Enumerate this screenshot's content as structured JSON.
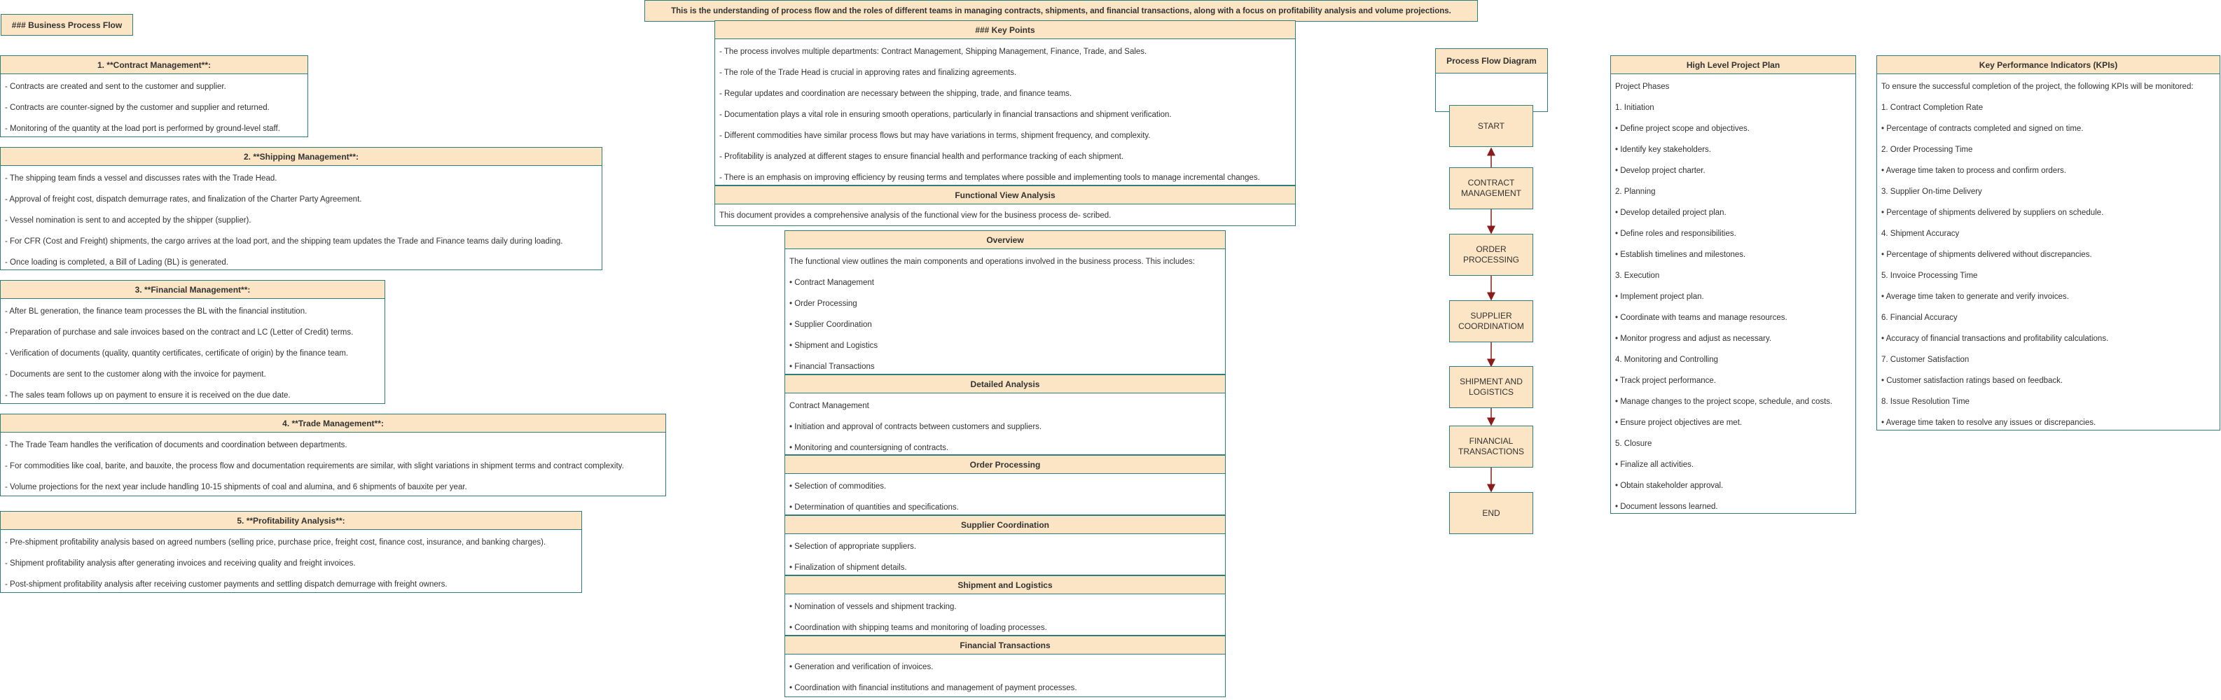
{
  "title": "### Business Process Flow",
  "banner": "This is the understanding of process flow and the roles of different teams in managing contracts, shipments, and financial transactions, along with a focus on profitability analysis and volume projections.",
  "sections": [
    {
      "title": "1. **Contract Management**:",
      "items": [
        "- Contracts are created and sent to the customer and supplier.",
        "- Contracts are counter-signed by the customer and supplier and returned.",
        "- Monitoring of the quantity at the load port is performed by ground-level staff."
      ]
    },
    {
      "title": "2. **Shipping Management**:",
      "items": [
        "- The shipping team finds a vessel and discusses rates with the Trade Head.",
        "- Approval of freight cost, dispatch demurrage rates, and finalization of the Charter Party Agreement.",
        "- Vessel nomination is sent to and accepted by the shipper (supplier).",
        "- For CFR (Cost and Freight) shipments, the cargo arrives at the load port, and the shipping team updates the Trade and Finance teams daily during loading.",
        "- Once loading is completed, a Bill of Lading (BL) is generated."
      ]
    },
    {
      "title": "3. **Financial Management**:",
      "items": [
        "- After BL generation, the finance team processes the BL with the financial institution.",
        "- Preparation of purchase and sale invoices based on the contract and LC (Letter of Credit) terms.",
        "- Verification of documents (quality, quantity certificates, certificate of origin) by the finance team.",
        "- Documents are sent to the customer along with the invoice for payment.",
        "- The sales team follows up on payment to ensure it is received on the due date."
      ]
    },
    {
      "title": "4. **Trade Management**:",
      "items": [
        "- The Trade Team handles the verification of documents and coordination between departments.",
        "- For commodities like coal, barite, and bauxite, the process flow and documentation requirements are similar, with slight variations in shipment terms and contract complexity.",
        "- Volume projections for the next year include handling 10-15 shipments of coal and alumina, and 6 shipments of bauxite per year."
      ]
    },
    {
      "title": "5. **Profitability Analysis**:",
      "items": [
        "- Pre-shipment profitability analysis based on agreed numbers (selling price, purchase price, freight cost, finance cost, insurance, and banking charges).",
        "- Shipment profitability analysis after generating invoices and receiving quality and freight invoices.",
        "- Post-shipment profitability analysis after receiving customer payments and settling dispatch demurrage with freight owners."
      ]
    }
  ],
  "key_points": {
    "title": "### Key Points",
    "items": [
      "- The process involves multiple departments: Contract Management, Shipping Management, Finance, Trade, and Sales.",
      "- The role of the Trade Head is crucial in approving rates and finalizing agreements.",
      "- Regular updates and coordination are necessary between the shipping, trade, and finance teams.",
      "- Documentation plays a vital role in ensuring smooth operations, particularly in financial transactions and shipment verification.",
      "- Different commodities have similar process flows but may have variations in terms, shipment frequency, and complexity.",
      "- Profitability is analyzed at different stages to ensure financial health and performance tracking of each shipment.",
      "- There is an emphasis on improving efficiency by reusing terms and templates where possible and implementing tools to manage incremental changes."
    ]
  },
  "functional_view": {
    "title": "Functional View Analysis",
    "items": [
      "This document provides a comprehensive analysis of the functional view for the business process de- scribed."
    ]
  },
  "overview": {
    "title": "Overview",
    "items": [
      "The functional view outlines the main components and operations involved in the business process. This includes:",
      "• Contract Management",
      "• Order Processing",
      "• Supplier Coordination",
      "• Shipment and Logistics",
      "• Financial Transactions"
    ]
  },
  "detailed": {
    "title": "Detailed Analysis",
    "items": [
      "Contract Management",
      "• Initiation and approval of contracts between customers and suppliers.",
      "• Monitoring and countersigning of contracts."
    ]
  },
  "order_processing": {
    "title": "Order Processing",
    "items": [
      "• Selection of commodities.",
      "• Determination of quantities and specifications."
    ]
  },
  "supplier_coordination": {
    "title": "Supplier Coordination",
    "items": [
      "• Selection of appropriate suppliers.",
      "• Finalization of shipment details."
    ]
  },
  "shipment_logistics": {
    "title": "Shipment and Logistics",
    "items": [
      "• Nomination of vessels and shipment tracking.",
      "• Coordination with shipping teams and monitoring of loading processes."
    ]
  },
  "financial_transactions": {
    "title": "Financial Transactions",
    "items": [
      "• Generation and verification of invoices.",
      "• Coordination with financial institutions and management of payment processes."
    ]
  },
  "flow": {
    "title": "Process Flow Diagram",
    "nodes": [
      "START",
      "CONTRACT\nMANAGEMENT",
      "ORDER\nPROCESSING",
      "SUPPLIER\nCOORDINATIOM",
      "SHIPMENT AND\nLOGISTICS",
      "FINANCIAL\nTRANSACTIONS",
      "END"
    ]
  },
  "project_plan": {
    "title": "High Level Project Plan",
    "items": [
      "Project Phases",
      "1. Initiation",
      "• Define project scope and objectives.",
      "• Identify key stakeholders.",
      "• Develop project charter.",
      "2. Planning",
      "• Develop detailed project plan.",
      "• Define roles and responsibilities.",
      "• Establish timelines and milestones.",
      "3. Execution",
      "• Implement project plan.",
      "• Coordinate with teams and manage resources.",
      "• Monitor progress and adjust as necessary.",
      "4. Monitoring and Controlling",
      "• Track project performance.",
      "• Manage changes to the project scope, schedule, and costs.",
      "• Ensure project objectives are met.",
      "5. Closure",
      "• Finalize all activities.",
      "• Obtain stakeholder approval.",
      "• Document lessons learned."
    ]
  },
  "kpis": {
    "title": "Key Performance Indicators (KPIs)",
    "items": [
      "To ensure the successful completion of the project, the following KPIs will be monitored:",
      "1. Contract Completion Rate",
      "• Percentage of contracts completed and signed on time.",
      "2. Order Processing Time",
      "• Average time taken to process and confirm orders.",
      "3. Supplier On-time Delivery",
      "• Percentage of shipments delivered by suppliers on schedule.",
      "4. Shipment Accuracy",
      "• Percentage of shipments delivered without discrepancies.",
      "5. Invoice Processing Time",
      "• Average time taken to generate and verify invoices.",
      "6. Financial Accuracy",
      "• Accuracy of financial transactions and profitability calculations.",
      "7. Customer Satisfaction",
      "• Customer satisfaction ratings based on feedback.",
      "8. Issue Resolution Time",
      "• Average time taken to resolve any issues or discrepancies."
    ]
  },
  "colors": {
    "header_fill": "#fce5c4",
    "border": "#2e7d7d",
    "arrow": "#8b1a1a"
  }
}
